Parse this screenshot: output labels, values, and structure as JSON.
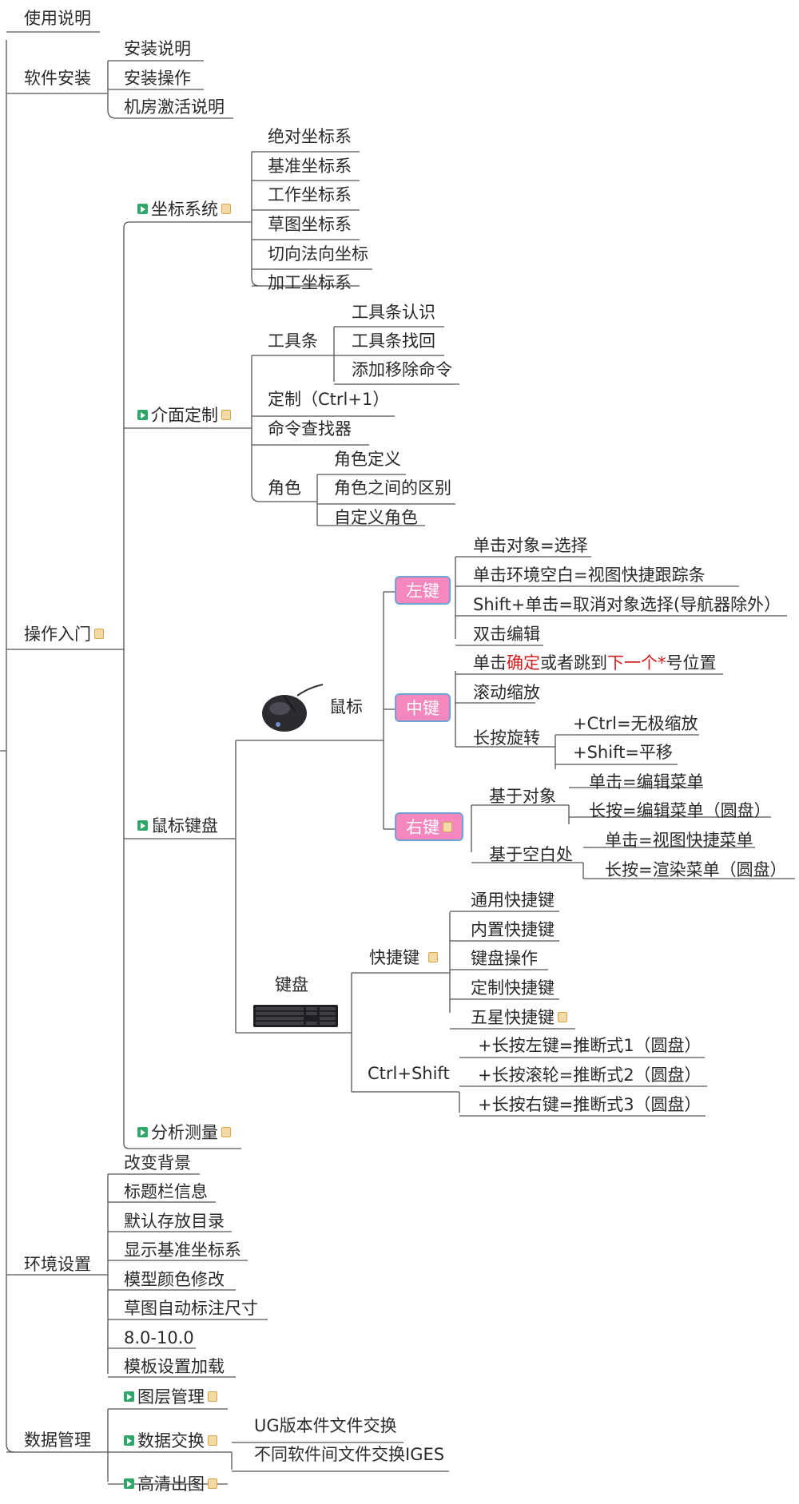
{
  "root_items": {
    "usage": "使用说明",
    "install": "软件安装",
    "ops": "操作入门",
    "env": "环境设置",
    "data": "数据管理"
  },
  "install_children": [
    "安装说明",
    "安装操作",
    "机房激活说明"
  ],
  "coord": {
    "title": "坐标系统",
    "children": [
      "绝对坐标系",
      "基准坐标系",
      "工作坐标系",
      "草图坐标系",
      "切向法向坐标",
      "加工坐标系"
    ]
  },
  "ui": {
    "title": "介面定制",
    "toolbar": "工具条",
    "toolbar_children": [
      "工具条认识",
      "工具条找回",
      "添加移除命令"
    ],
    "custom": "定制（Ctrl+1）",
    "finder": "命令查找器",
    "role": "角色",
    "role_children": [
      "角色定义",
      "角色之间的区别",
      "自定义角色"
    ]
  },
  "mk": {
    "title": "鼠标键盘",
    "mouse": "鼠标",
    "left": "左键",
    "left_children": [
      "单击对象=选择",
      "单击环境空白=视图快捷跟踪条",
      "Shift+单击=取消对象选择(导航器除外）",
      "双击编辑"
    ],
    "middle": "中键",
    "mid_click": [
      "单击",
      "确定",
      "或者跳到",
      "下一个*",
      "号位置"
    ],
    "mid_scroll": "滚动缩放",
    "mid_rotate": "长按旋转",
    "rotate_children": [
      "+Ctrl=无极缩放",
      "+Shift=平移"
    ],
    "right": "右键",
    "obj": "基于对象",
    "obj_children": [
      "单击=编辑菜单",
      "长按=编辑菜单（圆盘）"
    ],
    "blank": "基于空白处",
    "blank_children": [
      "单击=视图快捷菜单",
      "长按=渲染菜单（圆盘）"
    ],
    "keyboard": "键盘",
    "shortcut": "快捷键",
    "shortcut_children": [
      "通用快捷键",
      "内置快捷键",
      "键盘操作",
      "定制快捷键",
      "五星快捷键"
    ],
    "ctrlshift": "Ctrl+Shift",
    "ctrlshift_children": [
      "+长按左键=推断式1（圆盘）",
      "+长按滚轮=推断式2（圆盘）",
      "+长按右键=推断式3（圆盘）"
    ]
  },
  "analysis": "分析测量",
  "env_children": [
    "改变背景",
    "标题栏信息",
    "默认存放目录",
    "显示基准坐标系",
    "模型颜色修改",
    "草图自动标注尺寸",
    "8.0-10.0",
    "模板设置加载"
  ],
  "dm": {
    "layer": "图层管理",
    "exchange": "数据交换",
    "exchange_children": [
      "UG版本件文件交换",
      "不同软件间文件交换IGES"
    ],
    "hd": "高清出图"
  },
  "colors": {
    "line": "#555555",
    "pill": "#f487bd",
    "pill_border": "#6fa3d6",
    "icon": "#2fa66a",
    "red": "#d41d1d"
  }
}
